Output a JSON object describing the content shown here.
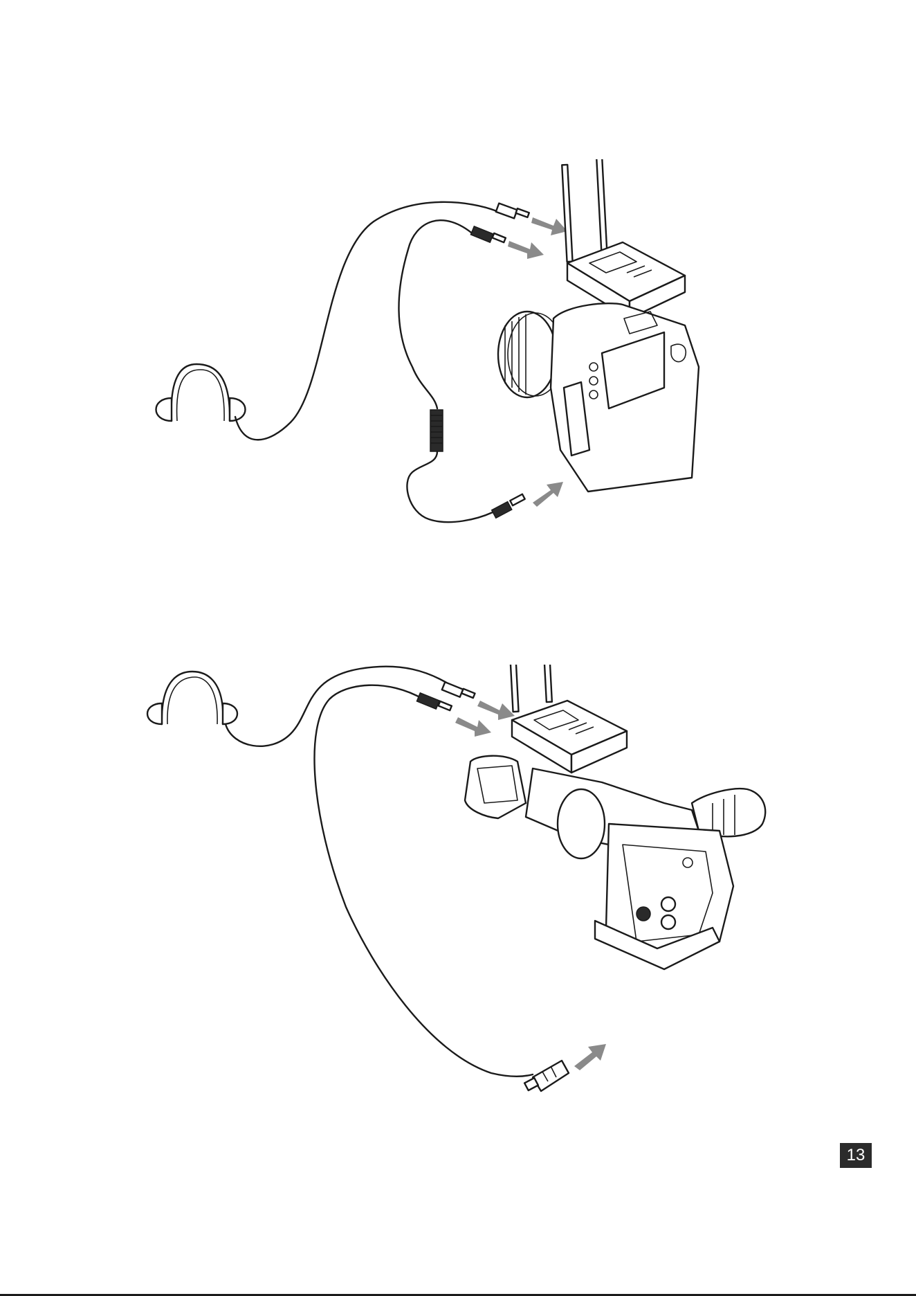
{
  "page": {
    "number": "13"
  },
  "figures": [
    {
      "id": "dslr-camera-setup",
      "icons": [
        "headphones-icon",
        "receiver-icon",
        "dslr-camera-icon",
        "arrow-icon"
      ]
    },
    {
      "id": "camcorder-setup",
      "icons": [
        "headphones-icon",
        "receiver-icon",
        "camcorder-icon",
        "xlr-plug-icon",
        "arrow-icon"
      ]
    }
  ],
  "colors": {
    "line": "#1a1a1a",
    "arrow": "#8a8a8a",
    "badge": "#2b2b2b"
  }
}
